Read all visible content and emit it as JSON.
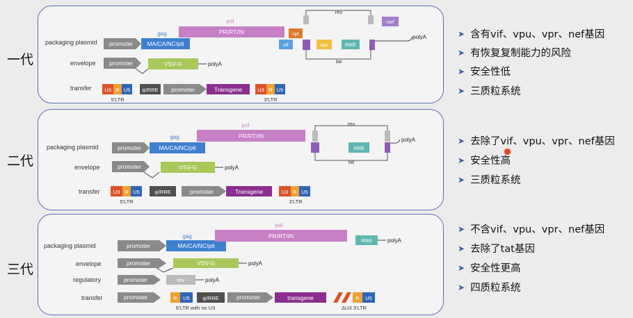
{
  "generations": [
    {
      "label": "一代",
      "rows": [
        "packaging plasmid",
        "envelope",
        "transfer"
      ],
      "bullets": [
        "含有vif、vpu、vpr、nef基因",
        "有恢复复制能力的风险",
        "安全性低",
        "三质粒系统"
      ]
    },
    {
      "label": "二代",
      "rows": [
        "packaging plasmid",
        "envelope",
        "transfer"
      ],
      "bullets": [
        "去除了vif、vpu、vpr、nef基因",
        "安全性高",
        "三质粒系统"
      ]
    },
    {
      "label": "三代",
      "rows": [
        "packaging plasmid",
        "envelope",
        "regulatory",
        "transfer"
      ],
      "bullets": [
        "不含vif、vpu、vpr、nef基因",
        "去除了tat基因",
        "安全性更高",
        "四质粒系统"
      ]
    }
  ],
  "labels": {
    "promoter": "promoter",
    "gag": "gag",
    "pol": "pol",
    "pol_box": "PR/RT/IN",
    "gag_box": "MA/CA/NC/p6",
    "vsvg": "VSV-G",
    "polyA": "polyA",
    "rev": "rev",
    "tat": "tat",
    "rre": "RRE",
    "vif": "vif",
    "vpr": "vpr",
    "vpu": "vpu",
    "nef": "nef",
    "u3": "U3",
    "r": "R",
    "u5": "U5",
    "psi_rre": "ψ/RRE",
    "transgene_cap": "Transgene",
    "transgene_low": "transgene",
    "ltr5": "5'LTR",
    "ltr3": "3'LTR",
    "ltr5_no_u3": "5'LTR with no U3",
    "ltr3_delta": "ΔU3 3'LTR"
  },
  "colors": {
    "promoter": "#8a8a8a",
    "gag": "#3f7fd0",
    "pol": "#c77fc6",
    "vsvg": "#a8c85a",
    "transgene": "#8a2f8f",
    "u3": "#d9532b",
    "r": "#f0a030",
    "u5": "#2f65b6",
    "psi": "#505050",
    "rre": "#5fb6b0",
    "vif": "#5aa0e0",
    "vpr": "#e07a2a",
    "vpu": "#f0c040",
    "nef": "#a080c8",
    "tat_exon": "#8e5cb8",
    "rev_exon": "#bbbbbb",
    "bullet_arrow": "#3a5ea8"
  }
}
